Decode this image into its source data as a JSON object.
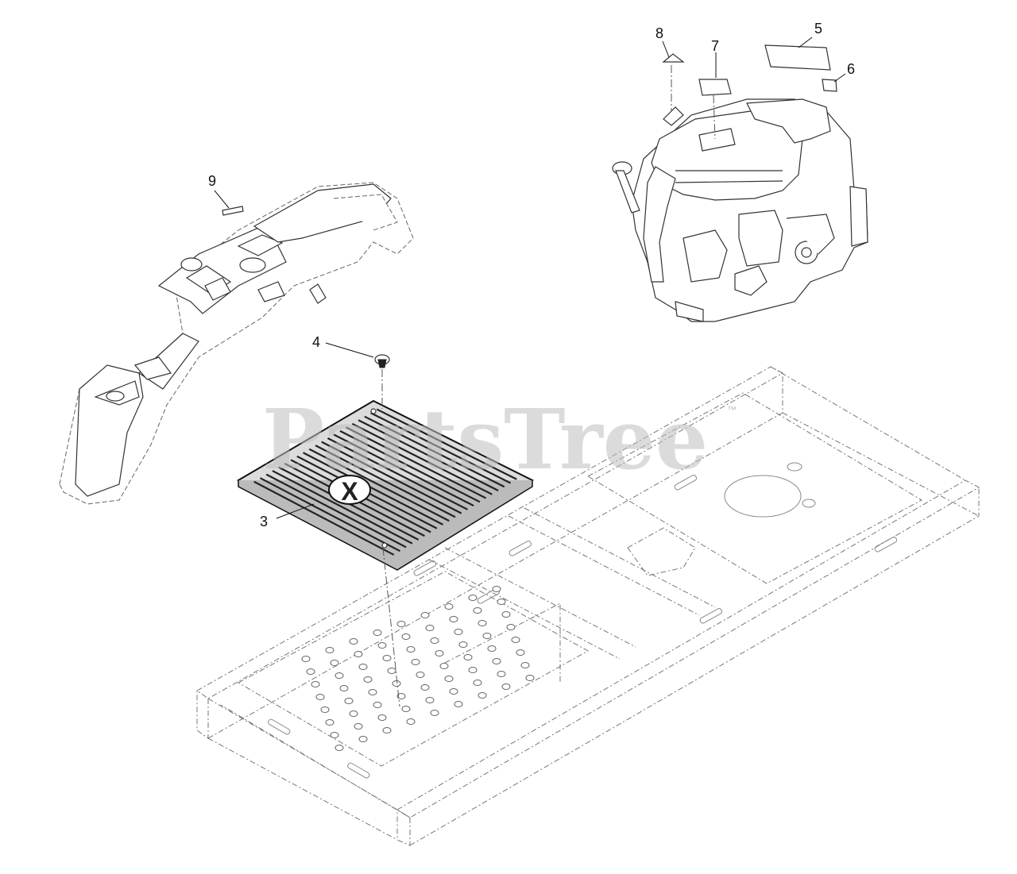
{
  "watermark": {
    "text": "PartsTree",
    "trademark": "™"
  },
  "callouts": [
    {
      "id": "3",
      "label": "3",
      "part": "floor-mat"
    },
    {
      "id": "4",
      "label": "4",
      "part": "push-rivet"
    },
    {
      "id": "5",
      "label": "5",
      "part": "engine-decal"
    },
    {
      "id": "6",
      "label": "6",
      "part": "engine-label-small"
    },
    {
      "id": "7",
      "label": "7",
      "part": "brand-decal"
    },
    {
      "id": "8",
      "label": "8",
      "part": "warning-decal"
    },
    {
      "id": "9",
      "label": "9",
      "part": "console-decal"
    }
  ],
  "parts": {
    "console": {
      "icon": "console-shroud-drawing"
    },
    "engine": {
      "icon": "engine-drawing"
    },
    "floor_mat": {
      "icon": "floor-mat-drawing",
      "logo": "X"
    },
    "frame": {
      "icon": "mower-frame-drawing"
    }
  },
  "colors": {
    "line": "#333333",
    "watermark": "#bdbdbd",
    "background": "#ffffff"
  }
}
